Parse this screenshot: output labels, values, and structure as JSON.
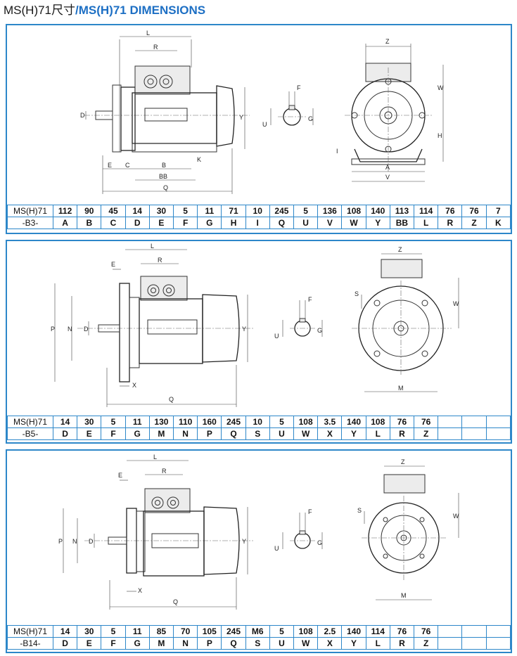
{
  "title": {
    "prefix": "MS(H)71尺寸",
    "main": "/MS(H)71 DIMENSIONS"
  },
  "colors": {
    "accent": "#1d6fc4",
    "border": "#2d87c9"
  },
  "sections": [
    {
      "id": "b3",
      "header_label": "MS(H)71",
      "type_label": "-B3-",
      "values": [
        "112",
        "90",
        "45",
        "14",
        "30",
        "5",
        "11",
        "71",
        "10",
        "245",
        "5",
        "136",
        "108",
        "140",
        "113",
        "114",
        "76",
        "76",
        "7"
      ],
      "codes": [
        "A",
        "B",
        "C",
        "D",
        "E",
        "F",
        "G",
        "H",
        "I",
        "Q",
        "U",
        "V",
        "W",
        "Y",
        "BB",
        "L",
        "R",
        "Z",
        "K"
      ],
      "dim_labels": [
        "L",
        "R",
        "D",
        "Y",
        "E",
        "C",
        "B",
        "BB",
        "Q",
        "K",
        "F",
        "U",
        "G",
        "Z",
        "W",
        "H",
        "I",
        "A",
        "V"
      ]
    },
    {
      "id": "b5",
      "header_label": "MS(H)71",
      "type_label": "-B5-",
      "values": [
        "14",
        "30",
        "5",
        "11",
        "130",
        "110",
        "160",
        "245",
        "10",
        "5",
        "108",
        "3.5",
        "140",
        "108",
        "76",
        "76",
        "",
        "",
        "",
        ""
      ],
      "codes": [
        "D",
        "E",
        "F",
        "G",
        "M",
        "N",
        "P",
        "Q",
        "S",
        "U",
        "W",
        "X",
        "Y",
        "L",
        "R",
        "Z",
        "",
        "",
        "",
        ""
      ],
      "dim_labels": [
        "L",
        "R",
        "E",
        "P",
        "N",
        "D",
        "Y",
        "X",
        "Q",
        "F",
        "U",
        "G",
        "Z",
        "S",
        "W",
        "M"
      ]
    },
    {
      "id": "b14",
      "header_label": "MS(H)71",
      "type_label": "-B14-",
      "values": [
        "14",
        "30",
        "5",
        "11",
        "85",
        "70",
        "105",
        "245",
        "M6",
        "5",
        "108",
        "2.5",
        "140",
        "114",
        "76",
        "76",
        "",
        "",
        "",
        ""
      ],
      "codes": [
        "D",
        "E",
        "F",
        "G",
        "M",
        "N",
        "P",
        "Q",
        "S",
        "U",
        "W",
        "X",
        "Y",
        "L",
        "R",
        "Z",
        "",
        "",
        "",
        ""
      ],
      "dim_labels": [
        "L",
        "R",
        "E",
        "P",
        "N",
        "D",
        "Y",
        "X",
        "Q",
        "F",
        "U",
        "G",
        "Z",
        "S",
        "W",
        "M"
      ]
    }
  ]
}
